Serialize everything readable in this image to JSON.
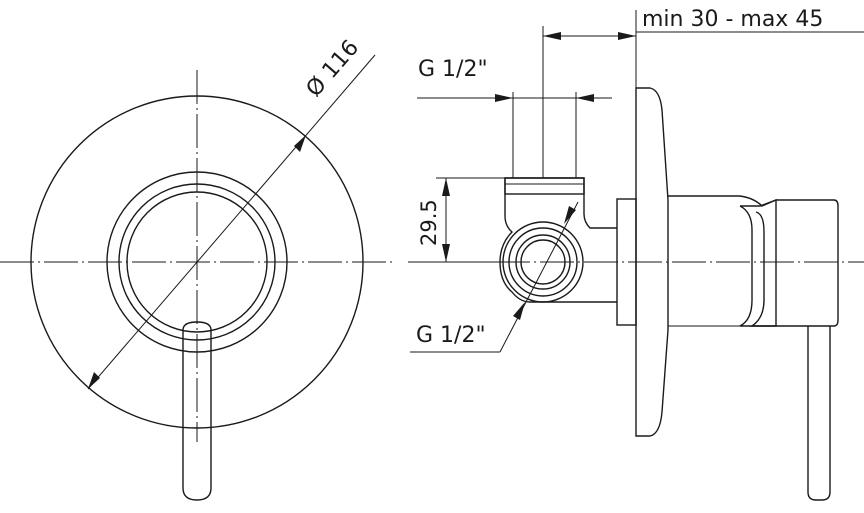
{
  "diagram": {
    "front_view": {
      "diameter_label": "Ø 116"
    },
    "side_view": {
      "depth_label": "min 30 - max 45",
      "top_connection_label": "G 1/2\"",
      "side_connection_label": "G 1/2\"",
      "height_label": "29.5"
    }
  }
}
